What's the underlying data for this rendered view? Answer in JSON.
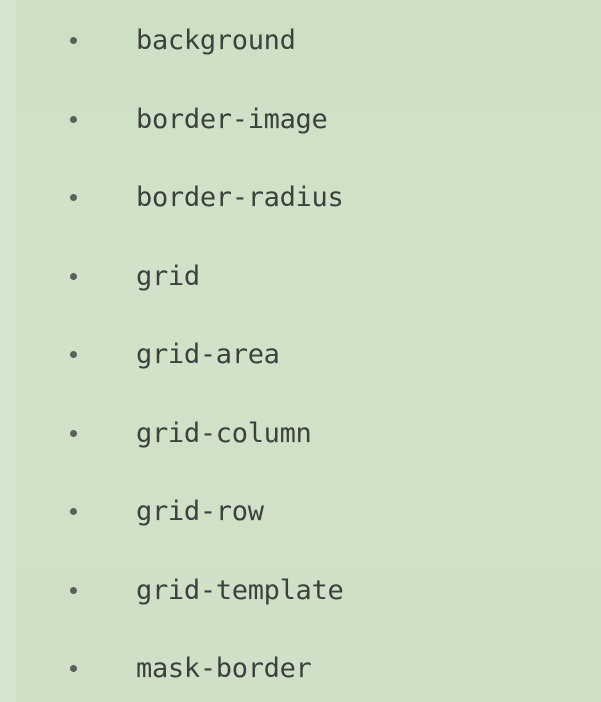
{
  "list": {
    "items": [
      {
        "label": "background"
      },
      {
        "label": "border-image"
      },
      {
        "label": "border-radius"
      },
      {
        "label": "grid"
      },
      {
        "label": "grid-area"
      },
      {
        "label": "grid-column"
      },
      {
        "label": "grid-row"
      },
      {
        "label": "grid-template"
      },
      {
        "label": "mask-border"
      }
    ]
  },
  "colors": {
    "background": "#cfe0c6",
    "text": "#3b413c",
    "bullet": "#5a605a"
  }
}
